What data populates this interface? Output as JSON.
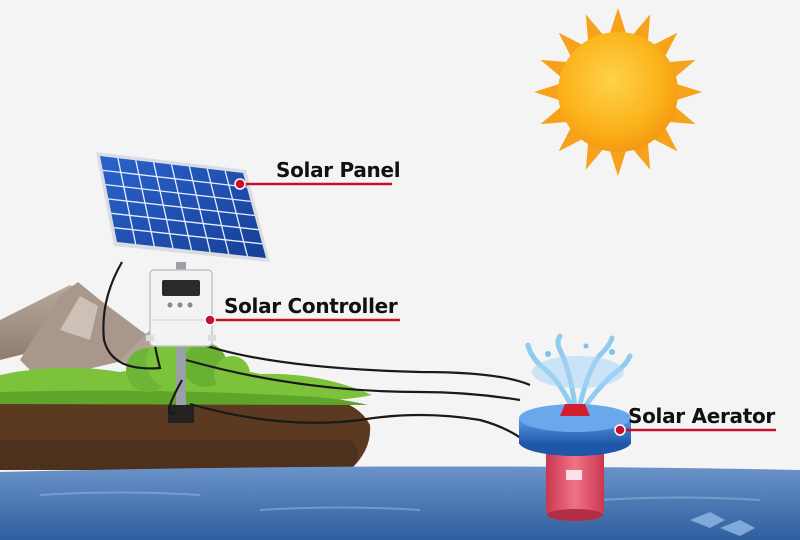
{
  "labels": {
    "solar_panel": "Solar Panel",
    "solar_controller": "Solar Controller",
    "solar_aerator": "Solar Aerator"
  },
  "colors": {
    "sky_background": "#f4f4f5",
    "sun_core": "#fbb21a",
    "sun_rays": "#f6a21a",
    "panel_cell": "#1f4fb3",
    "panel_grid": "#e7eefc",
    "grass": "#7cc23a",
    "soil": "#5c3a22",
    "water": "#4c78b4",
    "aerator_float": "#2f6fc4",
    "aerator_motor": "#e8506a",
    "callout_line": "#c8102e",
    "cable": "#1a1a1a"
  },
  "icons": {
    "sun": "sun-icon",
    "panel": "solar-panel-icon",
    "controller": "controller-box-icon",
    "aerator": "aerator-fountain-icon"
  }
}
